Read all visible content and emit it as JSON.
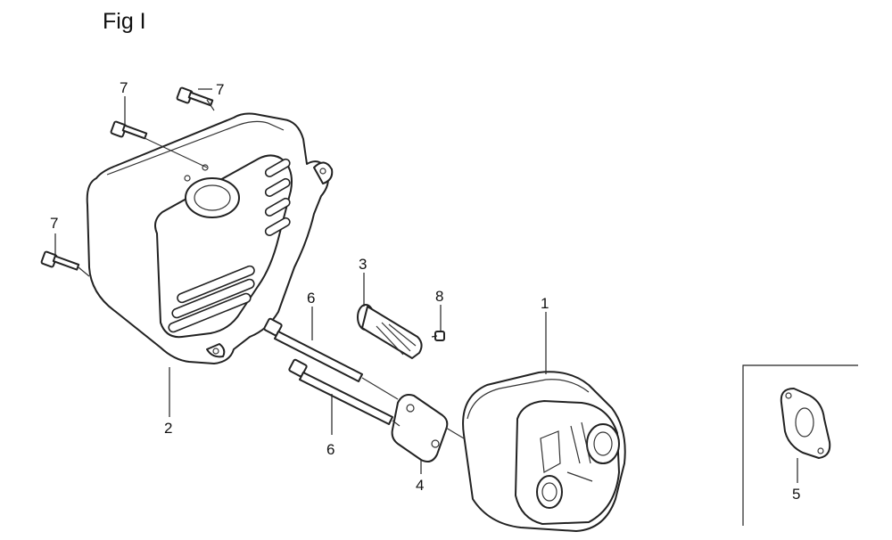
{
  "figure": {
    "title": "Fig I"
  },
  "callouts": [
    {
      "id": "c7a",
      "label": "7"
    },
    {
      "id": "c7b",
      "label": "7"
    },
    {
      "id": "c7c",
      "label": "7"
    },
    {
      "id": "c2",
      "label": "2"
    },
    {
      "id": "c3",
      "label": "3"
    },
    {
      "id": "c8",
      "label": "8"
    },
    {
      "id": "c6a",
      "label": "6"
    },
    {
      "id": "c6b",
      "label": "6"
    },
    {
      "id": "c1",
      "label": "1"
    },
    {
      "id": "c4",
      "label": "4"
    },
    {
      "id": "c5",
      "label": "5"
    }
  ]
}
